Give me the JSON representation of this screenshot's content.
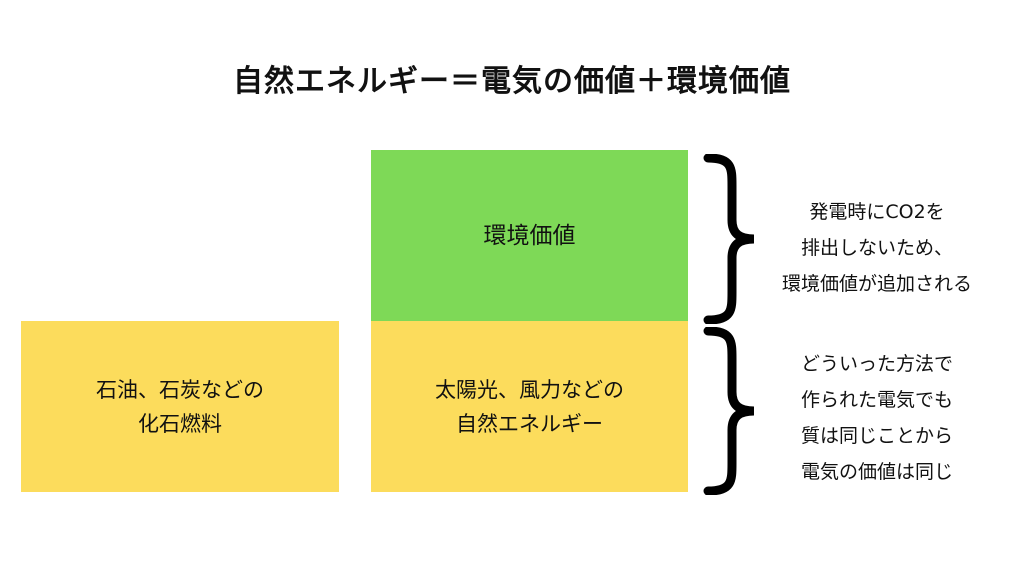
{
  "title": "自然エネルギー＝電気の価値＋環境価値",
  "colors": {
    "yellow": "#FCDC5C",
    "green": "#7ED957"
  },
  "boxes": {
    "fossil": {
      "lines": [
        "石油、石炭などの",
        "化石燃料"
      ]
    },
    "renewable": {
      "lines": [
        "太陽光、風力などの",
        "自然エネルギー"
      ]
    },
    "environmental": {
      "label": "環境価値"
    }
  },
  "notes": {
    "top": [
      "発電時にCO2を",
      "排出しないため、",
      "環境価値が追加される"
    ],
    "bottom": [
      "どういった方法で",
      "作られた電気でも",
      "質は同じことから",
      "電気の価値は同じ"
    ]
  },
  "icons": [
    "right-curly-brace-icon",
    "right-curly-brace-icon"
  ]
}
